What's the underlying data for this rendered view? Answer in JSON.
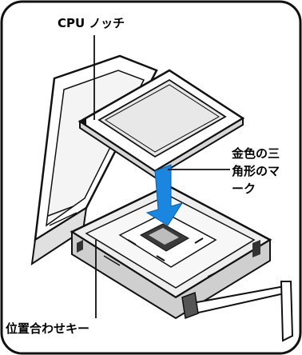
{
  "labels": {
    "cpu_notch": "CPU ノッチ",
    "gold_triangle_mark": [
      "金色の三",
      "角形のマ",
      "ーク"
    ],
    "alignment_key": "位置合わせキー"
  },
  "colors": {
    "outline": "#1a1a1a",
    "arrow": "#1a86e0",
    "socket_light": "#f0f0f0",
    "socket_mid": "#bfbfbf",
    "socket_dark": "#2a2a2a",
    "cpu_top": "#e8e8e8"
  }
}
